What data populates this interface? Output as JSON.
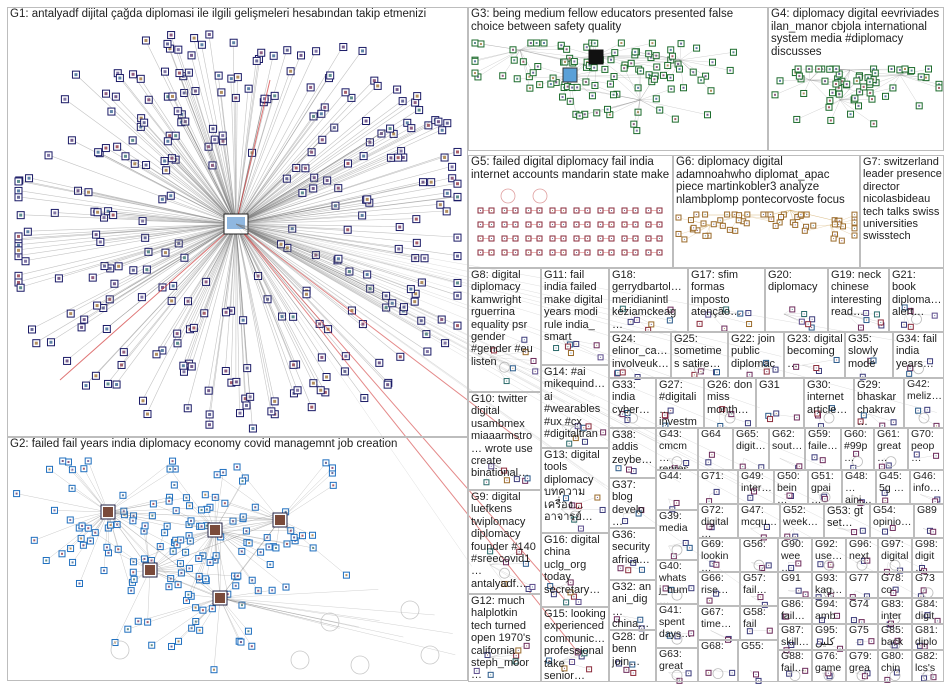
{
  "colors": {
    "border": "#bdbdbd",
    "edge": "#7a7a7a",
    "edge_red": "#d23a3a",
    "label_text": "#1e1e1e",
    "g1_node_frame": "#1a1a66",
    "g2_node_frame": "#1f6fbf",
    "g3_node_frame": "#1c6b2c"
  },
  "groups": [
    {
      "id": "G1",
      "label": "G1: antalyadf dijital çağda diplomasi ile ilgili gelişmeleri hesabından takip etmenizi"
    },
    {
      "id": "G2",
      "label": "G2: failed fail years india diplomacy economy covid managemnt job creation"
    },
    {
      "id": "G3",
      "label": "G3: being medium fellow educators presented false choice between safety quality"
    },
    {
      "id": "G4",
      "label": "G4: diplomacy digital eevriviades ilan_manor cbjola international system media #diplomacy discusses"
    },
    {
      "id": "G5",
      "label": "G5: failed digital diplomacy fail india internet accounts mandarin state make"
    },
    {
      "id": "G6",
      "label": "G6: diplomacy digital adamnoahwho diplomat_apac piece martinkobler3 analyze nlambplomp pontecorvoste focus"
    },
    {
      "id": "G7",
      "label": "G7: switzerland leader presence director nicolasbideau tech talks swiss universities swisstech"
    },
    {
      "id": "G8",
      "label": "G8: digital diplomacy kamwright rguerrina equality psr gender #gender #eu listen"
    },
    {
      "id": "G9",
      "label": "G9: digital luefkens twiplomacy diplomacy founder #140 #sreecovid1… antalyadf…"
    },
    {
      "id": "G10",
      "label": "G10: twitter digital usambmex miaaarmstro… wrote use create binational…"
    },
    {
      "id": "G11",
      "label": "G11: fail india failed make digital years modi rule india_ smart"
    },
    {
      "id": "G12",
      "label": "G12: much halplotkin tech turned open 1970's california steph_moor…"
    },
    {
      "id": "G13",
      "label": "G13: digital tools diplomacy บทความ เครื่อง… อาจารย์…"
    },
    {
      "id": "G14",
      "label": "G14: #ai mikequind… ai #wearables #ux #cx #digitaltran…"
    },
    {
      "id": "G15",
      "label": "G15: looking experienced communic… professional take senior…"
    },
    {
      "id": "G16",
      "label": "G16: digital china uclg_org today secretary…"
    },
    {
      "id": "G17",
      "label": "G17: sfim formas imposto atenção…"
    },
    {
      "id": "G18",
      "label": "G18: gerrydbartol… meridianintl keziamckeag…"
    },
    {
      "id": "G19",
      "label": "G19: neck chinese interesting read…"
    },
    {
      "id": "G20",
      "label": "G20: diplomacy"
    },
    {
      "id": "G21",
      "label": "G21: book diploma… alert…"
    },
    {
      "id": "G22",
      "label": "G22: join public diplomac…"
    },
    {
      "id": "G23",
      "label": "G23: digital becoming…"
    },
    {
      "id": "G24",
      "label": "G24: elinor_ca… involveuk…"
    },
    {
      "id": "G25",
      "label": "G25: sometimes satire…"
    },
    {
      "id": "G26",
      "label": "G26: don miss month…"
    },
    {
      "id": "G27",
      "label": "G27: #digitali… investm…"
    },
    {
      "id": "G28",
      "label": "G28: dr benn join…"
    },
    {
      "id": "G29",
      "label": "G29: bhaskar chakrav…"
    },
    {
      "id": "G30",
      "label": "G30: internet article…"
    },
    {
      "id": "G31",
      "label": "G31"
    },
    {
      "id": "G32",
      "label": "G32: an ani_dig… china…"
    },
    {
      "id": "G33",
      "label": "G33: india cyber…"
    },
    {
      "id": "G34",
      "label": "G34: fail india years…"
    },
    {
      "id": "G35",
      "label": "G35: slowly mode"
    },
    {
      "id": "G36",
      "label": "G36: security africa…"
    },
    {
      "id": "G37",
      "label": "G37: blog develo…"
    },
    {
      "id": "G38",
      "label": "G38: addis zeybe…"
    },
    {
      "id": "G39",
      "label": "G39: media"
    },
    {
      "id": "G40",
      "label": "G40: whats j_hum…"
    },
    {
      "id": "G41",
      "label": "G41: spent days…"
    },
    {
      "id": "G42",
      "label": "G42: meliz…"
    },
    {
      "id": "G43",
      "label": "G43: cmcm… repres…"
    },
    {
      "id": "G44",
      "label": "G44:"
    },
    {
      "id": "G45",
      "label": "G45: 5g …"
    },
    {
      "id": "G46",
      "label": "G46: info…"
    },
    {
      "id": "G47",
      "label": "G47: mcqu…"
    },
    {
      "id": "G48",
      "label": "G48: …aini…"
    },
    {
      "id": "G49",
      "label": "G49: inter…"
    },
    {
      "id": "G50",
      "label": "G50: bein…"
    },
    {
      "id": "G51",
      "label": "G51: gpai…"
    },
    {
      "id": "G52",
      "label": "G52: week…"
    },
    {
      "id": "G53",
      "label": "G53: gt set…"
    },
    {
      "id": "G54",
      "label": "G54: opinio…"
    },
    {
      "id": "G55",
      "label": "G55:"
    },
    {
      "id": "G56",
      "label": "G56:"
    },
    {
      "id": "G57",
      "label": "G57: fail…"
    },
    {
      "id": "G58",
      "label": "G58: fail"
    },
    {
      "id": "G59",
      "label": "G59: faile…"
    },
    {
      "id": "G60",
      "label": "G60: #99p…"
    },
    {
      "id": "G61",
      "label": "G61: great…"
    },
    {
      "id": "G62",
      "label": "G62: sout…"
    },
    {
      "id": "G63",
      "label": "G63: great"
    },
    {
      "id": "G64",
      "label": "G64"
    },
    {
      "id": "G65",
      "label": "G65: digit…"
    },
    {
      "id": "G66",
      "label": "G66: rise…"
    },
    {
      "id": "G67",
      "label": "G67: time…"
    },
    {
      "id": "G68",
      "label": "G68:"
    },
    {
      "id": "G69",
      "label": "G69: lookin…"
    },
    {
      "id": "G70",
      "label": "G70: peop…"
    },
    {
      "id": "G71",
      "label": "G71:"
    },
    {
      "id": "G72",
      "label": "G72: digital…"
    },
    {
      "id": "G73",
      "label": "G73"
    },
    {
      "id": "G74",
      "label": "G74"
    },
    {
      "id": "G75",
      "label": "G75"
    },
    {
      "id": "G76",
      "label": "G76: game"
    },
    {
      "id": "G77",
      "label": "G77"
    },
    {
      "id": "G78",
      "label": "G78: co"
    },
    {
      "id": "G79",
      "label": "G79: grea…"
    },
    {
      "id": "G80",
      "label": "G80: chin…"
    },
    {
      "id": "G81",
      "label": "G81: diplo…"
    },
    {
      "id": "G82",
      "label": "G82: lcs's…"
    },
    {
      "id": "G83",
      "label": "G83: inter…"
    },
    {
      "id": "G84",
      "label": "G84: digit…"
    },
    {
      "id": "G85",
      "label": "G85: back…"
    },
    {
      "id": "G86",
      "label": "G86: fail…"
    },
    {
      "id": "G87",
      "label": "G87: skill…"
    },
    {
      "id": "G88",
      "label": "G88: fail…"
    },
    {
      "id": "G89",
      "label": "G89"
    },
    {
      "id": "G90",
      "label": "G90: wee…"
    },
    {
      "id": "G91",
      "label": "G91"
    },
    {
      "id": "G92",
      "label": "G92: use…"
    },
    {
      "id": "G93",
      "label": "G93: kag…"
    },
    {
      "id": "G94",
      "label": "G94: amb…"
    },
    {
      "id": "G95",
      "label": "G95: كلين…"
    },
    {
      "id": "G96",
      "label": "G96: next"
    },
    {
      "id": "G97",
      "label": "G97: digital"
    },
    {
      "id": "G98",
      "label": "G98: digit…"
    }
  ]
}
